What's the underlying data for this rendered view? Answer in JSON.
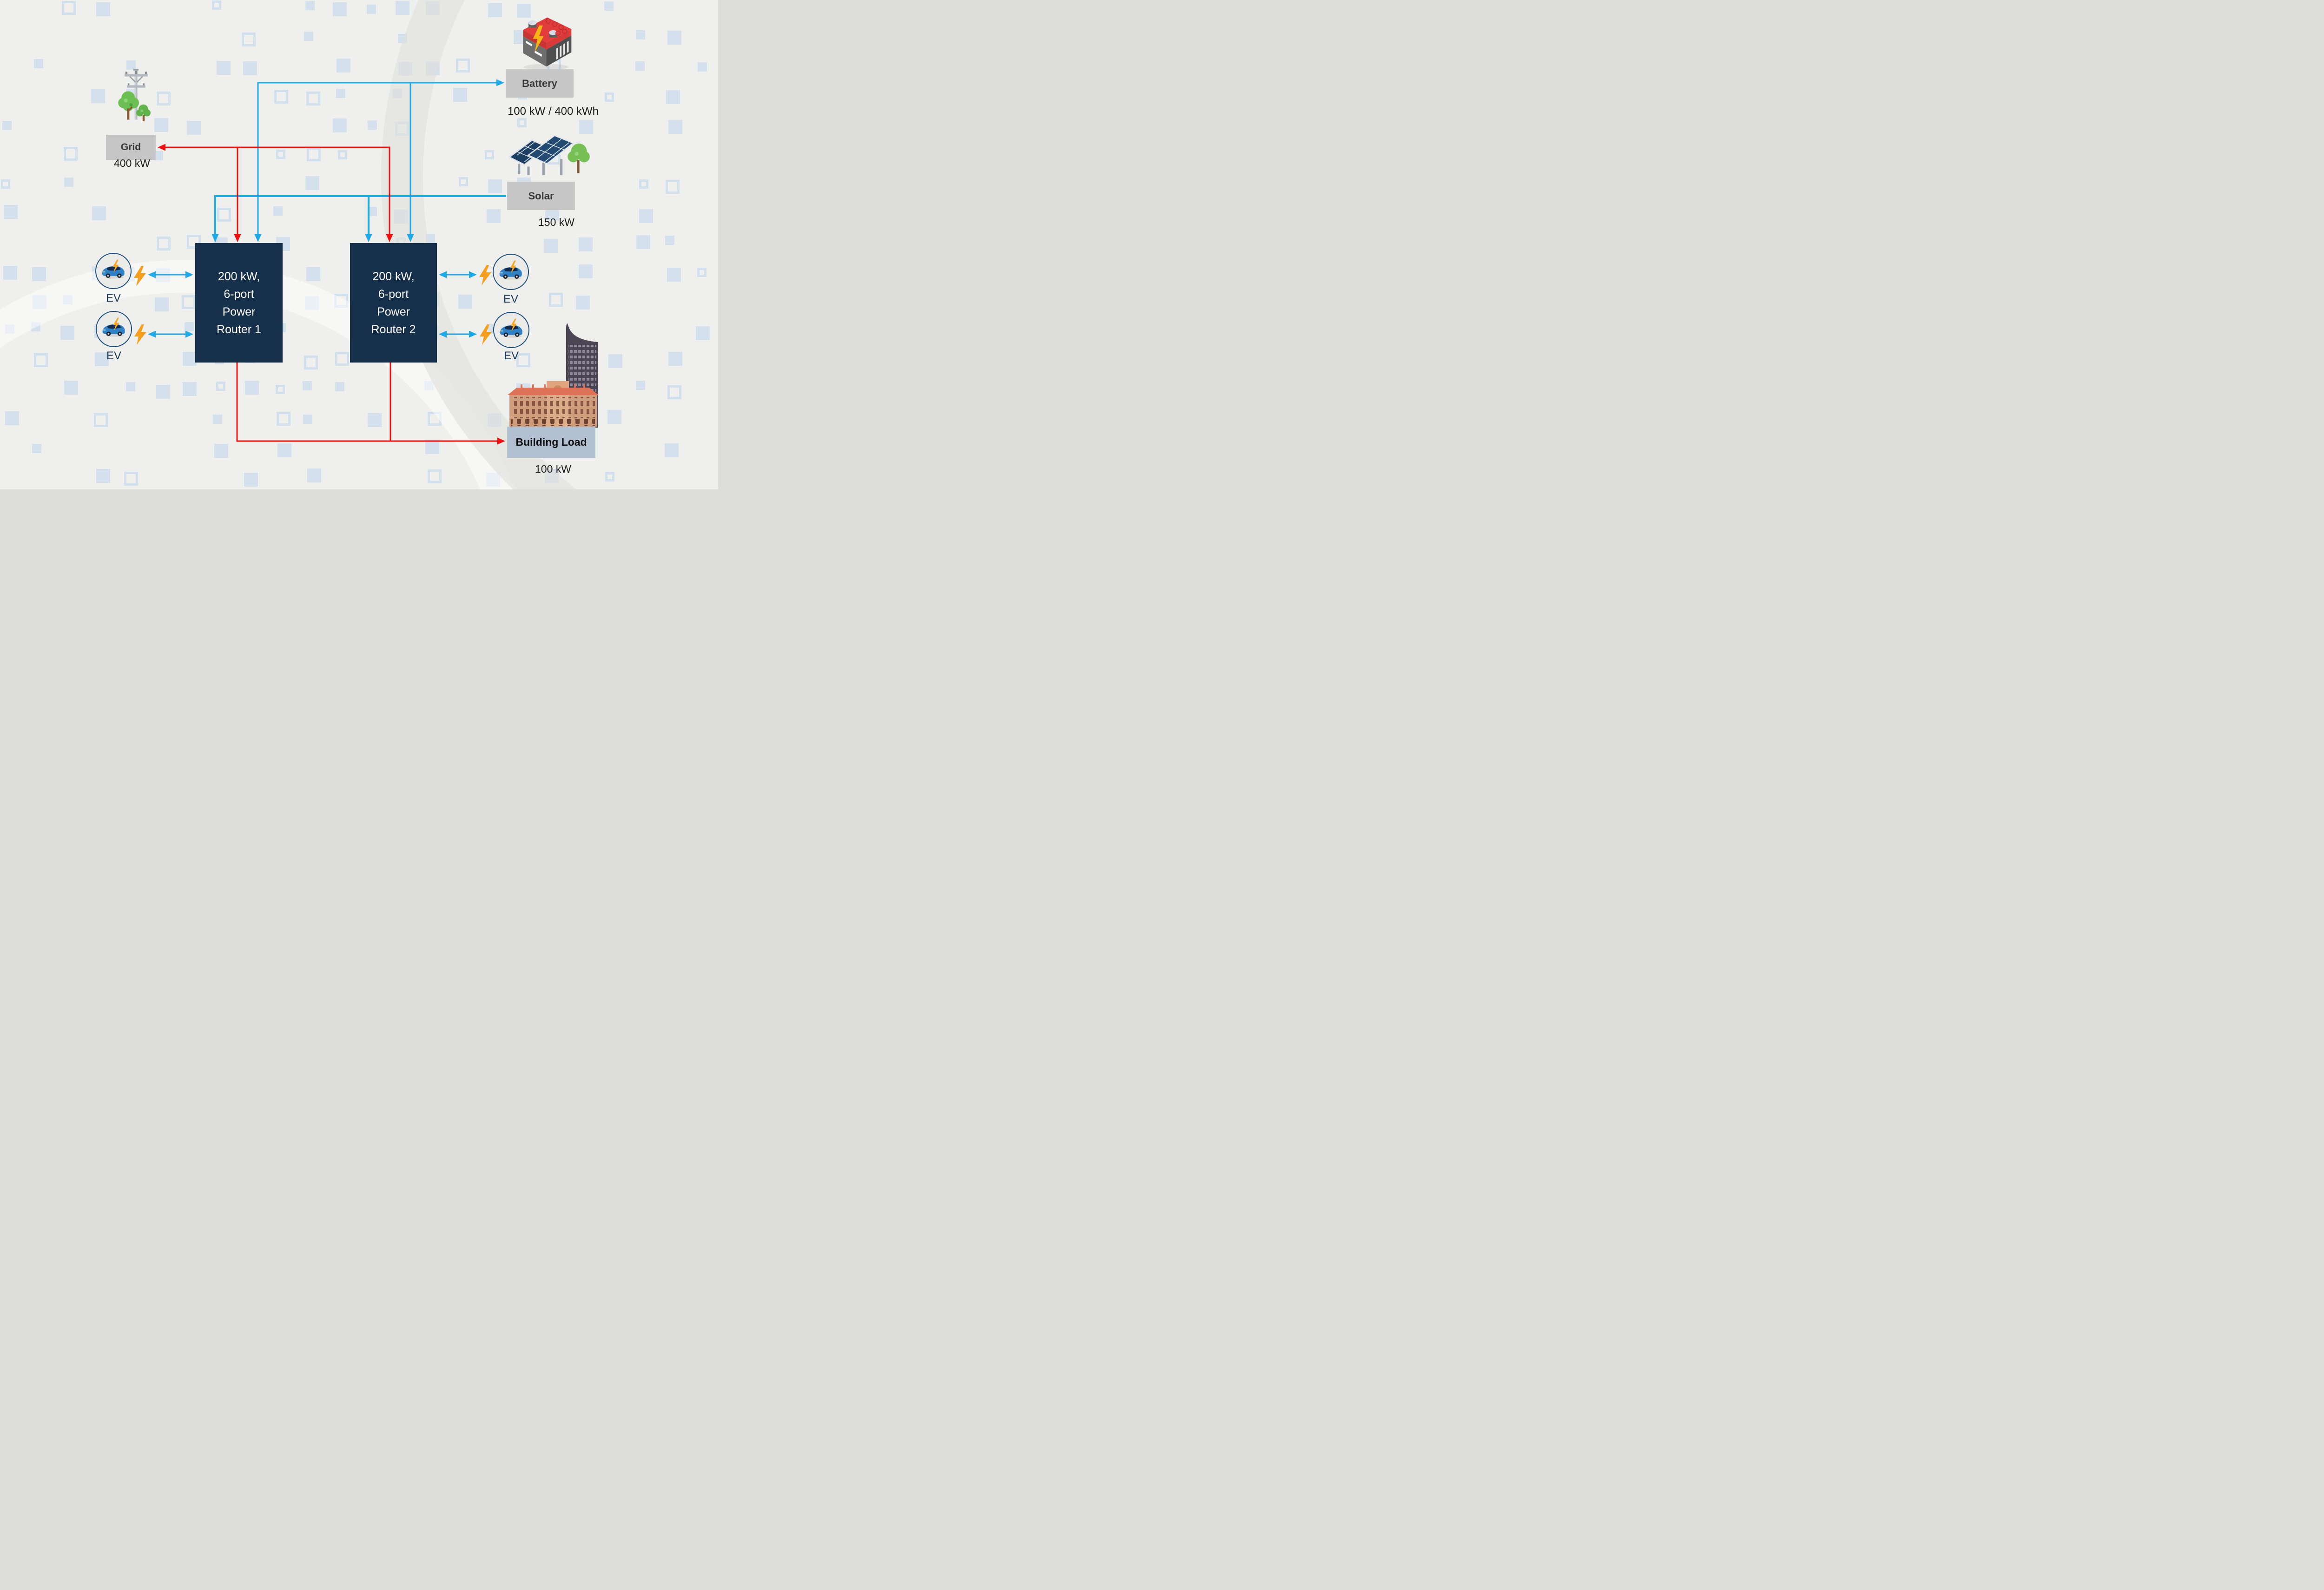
{
  "diagram": {
    "battery": {
      "label": "Battery",
      "capacity": "100 kW / 400 kWh",
      "icon": "car-battery-icon"
    },
    "grid": {
      "label": "Grid",
      "capacity": "400 kW",
      "icon": "utility-pole-icon"
    },
    "solar": {
      "label": "Solar",
      "capacity": "150 kW",
      "icon": "solar-panels-icon"
    },
    "building": {
      "label": "Building Load",
      "capacity": "100 kW",
      "icon": "building-icon"
    },
    "routers": [
      {
        "lines": [
          "200 kW,",
          "6-port",
          "Power",
          "Router 1"
        ]
      },
      {
        "lines": [
          "200 kW,",
          "6-port",
          "Power",
          "Router 2"
        ]
      }
    ],
    "evs": [
      {
        "label": "EV",
        "icon": "ev-car-icon"
      },
      {
        "label": "EV",
        "icon": "ev-car-icon"
      },
      {
        "label": "EV",
        "icon": "ev-car-icon"
      },
      {
        "label": "EV",
        "icon": "ev-car-icon"
      }
    ],
    "colors": {
      "blue_line": "#1fa9e6",
      "red_line": "#f01010",
      "router_box": "#16304b",
      "label_box": "#c6c6c6",
      "building_label_box": "#b2c0d1",
      "bolt_orange": "#f6a021",
      "background": "#efefed"
    }
  }
}
